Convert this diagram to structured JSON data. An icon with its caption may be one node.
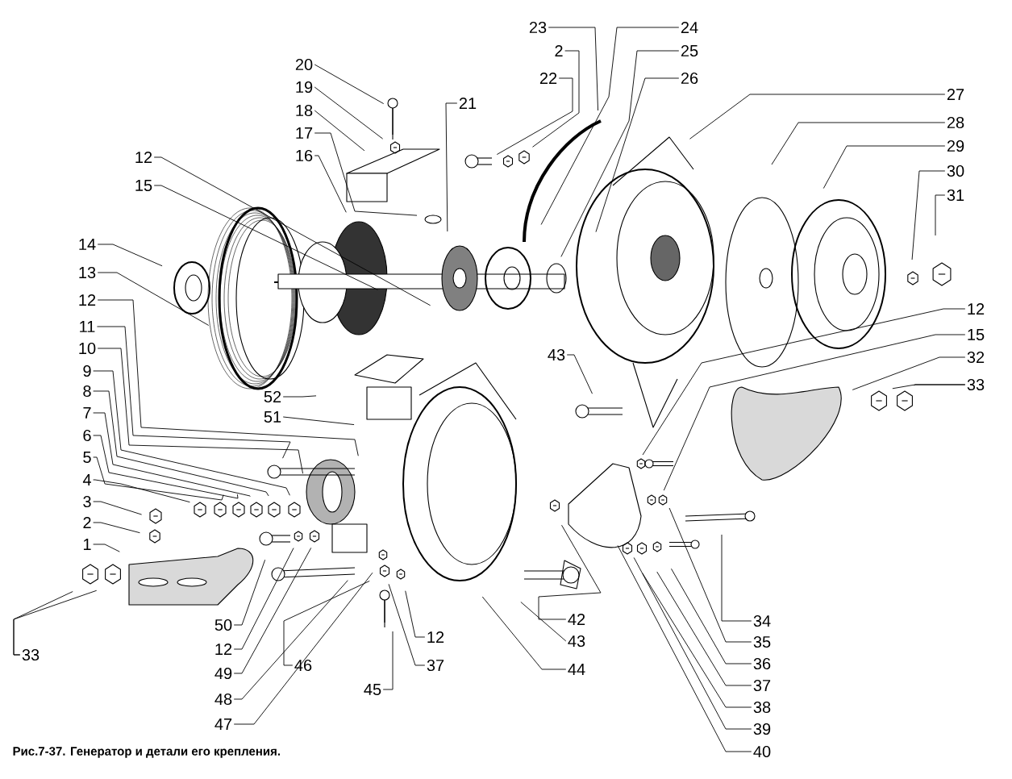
{
  "diagram": {
    "caption": "Рис.7-37. Генератор и детали его крепления.",
    "nodes": [
      {
        "text": [
          "20"
        ]
      },
      {
        "text": [
          "19"
        ]
      },
      {
        "text": [
          "18"
        ]
      },
      {
        "text": [
          "17"
        ]
      },
      {
        "text": [
          "16"
        ]
      },
      {
        "text": [
          "21"
        ]
      },
      {
        "text": [
          "23"
        ]
      },
      {
        "text": [
          "2"
        ]
      },
      {
        "text": [
          "22"
        ]
      },
      {
        "text": [
          "24"
        ]
      },
      {
        "text": [
          "25"
        ]
      },
      {
        "text": [
          "26"
        ]
      },
      {
        "text": [
          "27"
        ]
      },
      {
        "text": [
          "28"
        ]
      },
      {
        "text": [
          "29"
        ]
      },
      {
        "text": [
          "30"
        ]
      },
      {
        "text": [
          "31"
        ]
      },
      {
        "text": [
          "12"
        ]
      },
      {
        "text": [
          "15"
        ]
      },
      {
        "text": [
          "14"
        ]
      },
      {
        "text": [
          "13"
        ]
      },
      {
        "text": [
          "12"
        ]
      },
      {
        "text": [
          "11"
        ]
      },
      {
        "text": [
          "10"
        ]
      },
      {
        "text": [
          "9"
        ]
      },
      {
        "text": [
          "8"
        ]
      },
      {
        "text": [
          "7"
        ]
      },
      {
        "text": [
          "6"
        ]
      },
      {
        "text": [
          "5"
        ]
      },
      {
        "text": [
          "4"
        ]
      },
      {
        "text": [
          "3"
        ]
      },
      {
        "text": [
          "2"
        ]
      },
      {
        "text": [
          "1"
        ]
      },
      {
        "text": [
          "33"
        ]
      },
      {
        "text": [
          "52"
        ]
      },
      {
        "text": [
          "51"
        ]
      },
      {
        "text": [
          "50"
        ]
      },
      {
        "text": [
          "12"
        ]
      },
      {
        "text": [
          "49"
        ]
      },
      {
        "text": [
          "48"
        ]
      },
      {
        "text": [
          "47"
        ]
      },
      {
        "text": [
          "46"
        ]
      },
      {
        "text": [
          "45"
        ]
      },
      {
        "text": [
          "37"
        ]
      },
      {
        "text": [
          "12"
        ]
      },
      {
        "text": [
          "44"
        ]
      },
      {
        "text": [
          "43"
        ]
      },
      {
        "text": [
          "42"
        ]
      },
      {
        "text": [
          "43"
        ]
      },
      {
        "text": [
          "12"
        ]
      },
      {
        "text": [
          "15"
        ]
      },
      {
        "text": [
          "32"
        ]
      },
      {
        "text": [
          "33"
        ]
      },
      {
        "text": [
          "34"
        ]
      },
      {
        "text": [
          "35"
        ]
      },
      {
        "text": [
          "36"
        ]
      },
      {
        "text": [
          "37"
        ]
      },
      {
        "text": [
          "38"
        ]
      },
      {
        "text": [
          "39"
        ]
      },
      {
        "text": [
          "40"
        ]
      }
    ],
    "edges": [
      {
        "from": 0,
        "to": null,
        "arrow": "none"
      },
      {
        "from": 1,
        "to": null,
        "arrow": "none"
      },
      {
        "from": 2,
        "to": null,
        "arrow": "none"
      },
      {
        "from": 3,
        "to": null,
        "arrow": "none"
      },
      {
        "from": 4,
        "to": null,
        "arrow": "none"
      },
      {
        "from": 5,
        "to": null,
        "arrow": "none"
      },
      {
        "from": 6,
        "to": null,
        "arrow": "none"
      },
      {
        "from": 7,
        "to": null,
        "arrow": "none"
      },
      {
        "from": 8,
        "to": null,
        "arrow": "none"
      },
      {
        "from": 9,
        "to": null,
        "arrow": "none"
      },
      {
        "from": 10,
        "to": null,
        "arrow": "none"
      },
      {
        "from": 11,
        "to": null,
        "arrow": "none"
      },
      {
        "from": 12,
        "to": null,
        "arrow": "none"
      },
      {
        "from": 13,
        "to": null,
        "arrow": "none"
      },
      {
        "from": 14,
        "to": null,
        "arrow": "none"
      },
      {
        "from": 15,
        "to": null,
        "arrow": "none"
      },
      {
        "from": 16,
        "to": null,
        "arrow": "none"
      },
      {
        "from": 17,
        "to": null,
        "arrow": "none"
      },
      {
        "from": 18,
        "to": null,
        "arrow": "none"
      },
      {
        "from": 19,
        "to": null,
        "arrow": "none"
      },
      {
        "from": 20,
        "to": null,
        "arrow": "none"
      },
      {
        "from": 21,
        "to": null,
        "arrow": "none"
      },
      {
        "from": 22,
        "to": null,
        "arrow": "none"
      },
      {
        "from": 23,
        "to": null,
        "arrow": "none"
      },
      {
        "from": 24,
        "to": null,
        "arrow": "none"
      },
      {
        "from": 25,
        "to": null,
        "arrow": "none"
      },
      {
        "from": 26,
        "to": null,
        "arrow": "none"
      },
      {
        "from": 27,
        "to": null,
        "arrow": "none"
      },
      {
        "from": 28,
        "to": null,
        "arrow": "none"
      },
      {
        "from": 29,
        "to": null,
        "arrow": "none"
      },
      {
        "from": 30,
        "to": null,
        "arrow": "none"
      },
      {
        "from": 31,
        "to": null,
        "arrow": "none"
      },
      {
        "from": 32,
        "to": null,
        "arrow": "none"
      },
      {
        "from": 33,
        "to": null,
        "arrow": "none"
      },
      {
        "from": 33,
        "to": null,
        "arrow": "none"
      },
      {
        "from": 34,
        "to": null,
        "arrow": "none"
      },
      {
        "from": 35,
        "to": null,
        "arrow": "none"
      },
      {
        "from": 36,
        "to": null,
        "arrow": "none"
      },
      {
        "from": 37,
        "to": null,
        "arrow": "none"
      },
      {
        "from": 38,
        "to": null,
        "arrow": "none"
      },
      {
        "from": 39,
        "to": null,
        "arrow": "none"
      },
      {
        "from": 40,
        "to": null,
        "arrow": "none"
      },
      {
        "from": 41,
        "to": null,
        "arrow": "none"
      },
      {
        "from": 42,
        "to": null,
        "arrow": "none"
      },
      {
        "from": 43,
        "to": null,
        "arrow": "none"
      },
      {
        "from": 44,
        "to": null,
        "arrow": "none"
      },
      {
        "from": 45,
        "to": null,
        "arrow": "none"
      },
      {
        "from": 46,
        "to": null,
        "arrow": "none"
      },
      {
        "from": 47,
        "to": null,
        "arrow": "none"
      },
      {
        "from": 48,
        "to": null,
        "arrow": "none"
      },
      {
        "from": 49,
        "to": null,
        "arrow": "none"
      },
      {
        "from": 50,
        "to": null,
        "arrow": "none"
      },
      {
        "from": 51,
        "to": null,
        "arrow": "none"
      },
      {
        "from": 52,
        "to": null,
        "arrow": "none"
      },
      {
        "from": 52,
        "to": null,
        "arrow": "none"
      },
      {
        "from": 53,
        "to": null,
        "arrow": "none"
      },
      {
        "from": 54,
        "to": null,
        "arrow": "none"
      },
      {
        "from": 55,
        "to": null,
        "arrow": "none"
      },
      {
        "from": 56,
        "to": null,
        "arrow": "none"
      },
      {
        "from": 57,
        "to": null,
        "arrow": "none"
      },
      {
        "from": 58,
        "to": null,
        "arrow": "none"
      },
      {
        "from": 59,
        "to": null,
        "arrow": "none"
      }
    ]
  }
}
